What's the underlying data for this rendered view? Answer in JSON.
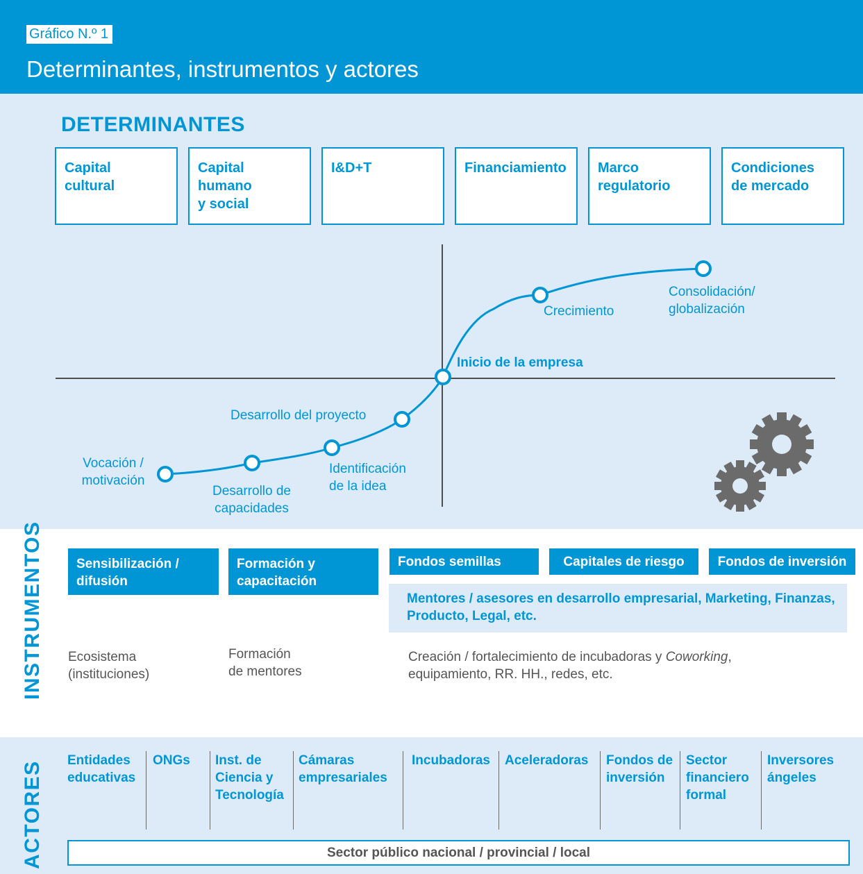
{
  "header": {
    "label": "Gráfico N.º 1",
    "title": "Determinantes, instrumentos y actores"
  },
  "determinantes": {
    "heading": "DETERMINANTES",
    "boxes": [
      "Capital\ncultural",
      "Capital\nhumano\ny social",
      "I&D+T",
      "Financiamiento",
      "Marco\nregulatorio",
      "Condiciones\nde mercado"
    ]
  },
  "curve": {
    "stages": [
      "Vocación /\nmotivación",
      "Desarrollo de\ncapacidades",
      "Identificación\nde la idea",
      "Desarrollo del proyecto",
      "Inicio de la empresa",
      "Crecimiento",
      "Consolidación/\nglobalización"
    ],
    "gear_icon": "gears-icon"
  },
  "instrumentos": {
    "heading": "INSTRUMENTOS",
    "boxes": [
      "Sensibilización /\ndifusión",
      "Formación y\ncapacitación",
      "Fondos semillas",
      "Capitales de riesgo",
      "Fondos de inversión"
    ],
    "mentores": "Mentores / asesores en desarrollo empresarial, Marketing, Finanzas, Producto, Legal, etc.",
    "ecosistema": "Ecosistema\n(instituciones)",
    "formacion_mentores": "Formación\nde mentores",
    "creacion_pre": "Creación / fortalecimiento de incubadoras y ",
    "creacion_em": "Coworking",
    "creacion_post": ",\nequipamiento, RR. HH., redes, etc."
  },
  "actores": {
    "heading": "ACTORES",
    "items": [
      "Entidades\neducativas",
      "ONGs",
      "Inst. de\nCiencia y\nTecnología",
      "Cámaras\nempresariales",
      "Incubadoras",
      "Aceleradoras",
      "Fondos de\ninversión",
      "Sector\nfinanciero\nformal",
      "Inversores\nángeles"
    ],
    "sector_publico": "Sector público nacional / provincial / local"
  },
  "colors": {
    "brand_blue": "#0096d6",
    "panel_light_blue": "#dcebf7",
    "text_gray": "#555555",
    "gear_gray": "#6b6b6b"
  }
}
